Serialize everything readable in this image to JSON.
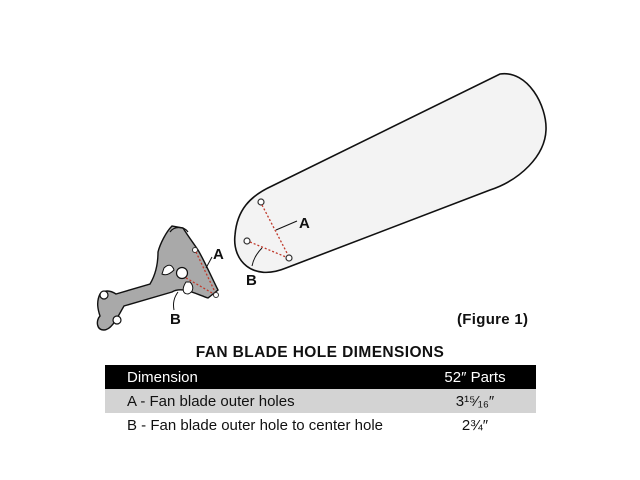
{
  "figure": {
    "caption": "(Figure 1)",
    "labels": {
      "a_blade": "A",
      "b_blade": "B",
      "a_bracket": "A",
      "b_bracket": "B"
    }
  },
  "table": {
    "title": "FAN BLADE HOLE DIMENSIONS",
    "headers": [
      "Dimension",
      "52″ Parts"
    ],
    "rows": [
      {
        "dimension": "A - Fan blade outer holes",
        "value": "3¹⁵⁄₁₆″"
      },
      {
        "dimension": "B - Fan blade outer hole to center hole",
        "value": "2¾″"
      }
    ]
  },
  "colors": {
    "dotted_line": "#c0392b",
    "blade_fill": "#f3f3f3",
    "bracket_fill": "#a9a9a9",
    "header_bg": "#000000",
    "shaded_row": "#d3d3d3"
  }
}
